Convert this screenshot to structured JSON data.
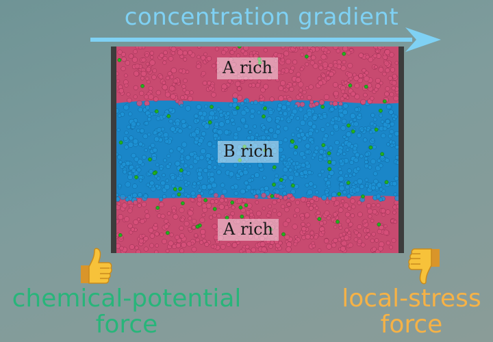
{
  "header": {
    "title": "concentration gradient"
  },
  "regions": {
    "top_label": "A rich",
    "middle_label": "B rich",
    "bottom_label": "A rich"
  },
  "forces": {
    "left": {
      "line1": "chemical-potential",
      "line2": "force",
      "icon": "thumbs-up-icon"
    },
    "right": {
      "line1": "local-stress",
      "line2": "force",
      "icon": "thumbs-down-icon"
    }
  },
  "colors": {
    "arrow": "#7fd1f4",
    "a_particles": "#d7507a",
    "b_particles": "#1e93d6",
    "dopant": "#22b01e",
    "chemical_force": "#28b57a",
    "stress_force": "#f6b246"
  }
}
